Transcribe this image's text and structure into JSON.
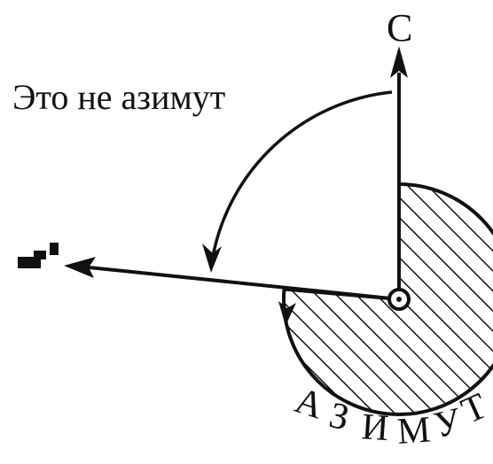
{
  "labels": {
    "north": "С",
    "not_azimuth": "Это не азимут",
    "azimuth_letters": [
      "А",
      "З",
      "И",
      "М",
      "У",
      "Т"
    ]
  },
  "colors": {
    "ink": "#111111",
    "background": "#ffffff"
  }
}
